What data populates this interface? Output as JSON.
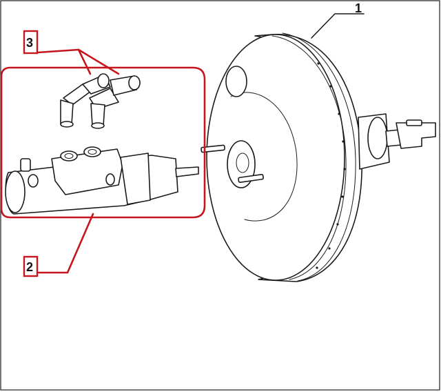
{
  "callouts": [
    {
      "id": "1",
      "label": "1"
    },
    {
      "id": "2",
      "label": "2"
    },
    {
      "id": "3",
      "label": "3"
    }
  ],
  "colors": {
    "highlight": "#c4161c",
    "ink": "#1a1a1a",
    "background": "#ffffff"
  }
}
